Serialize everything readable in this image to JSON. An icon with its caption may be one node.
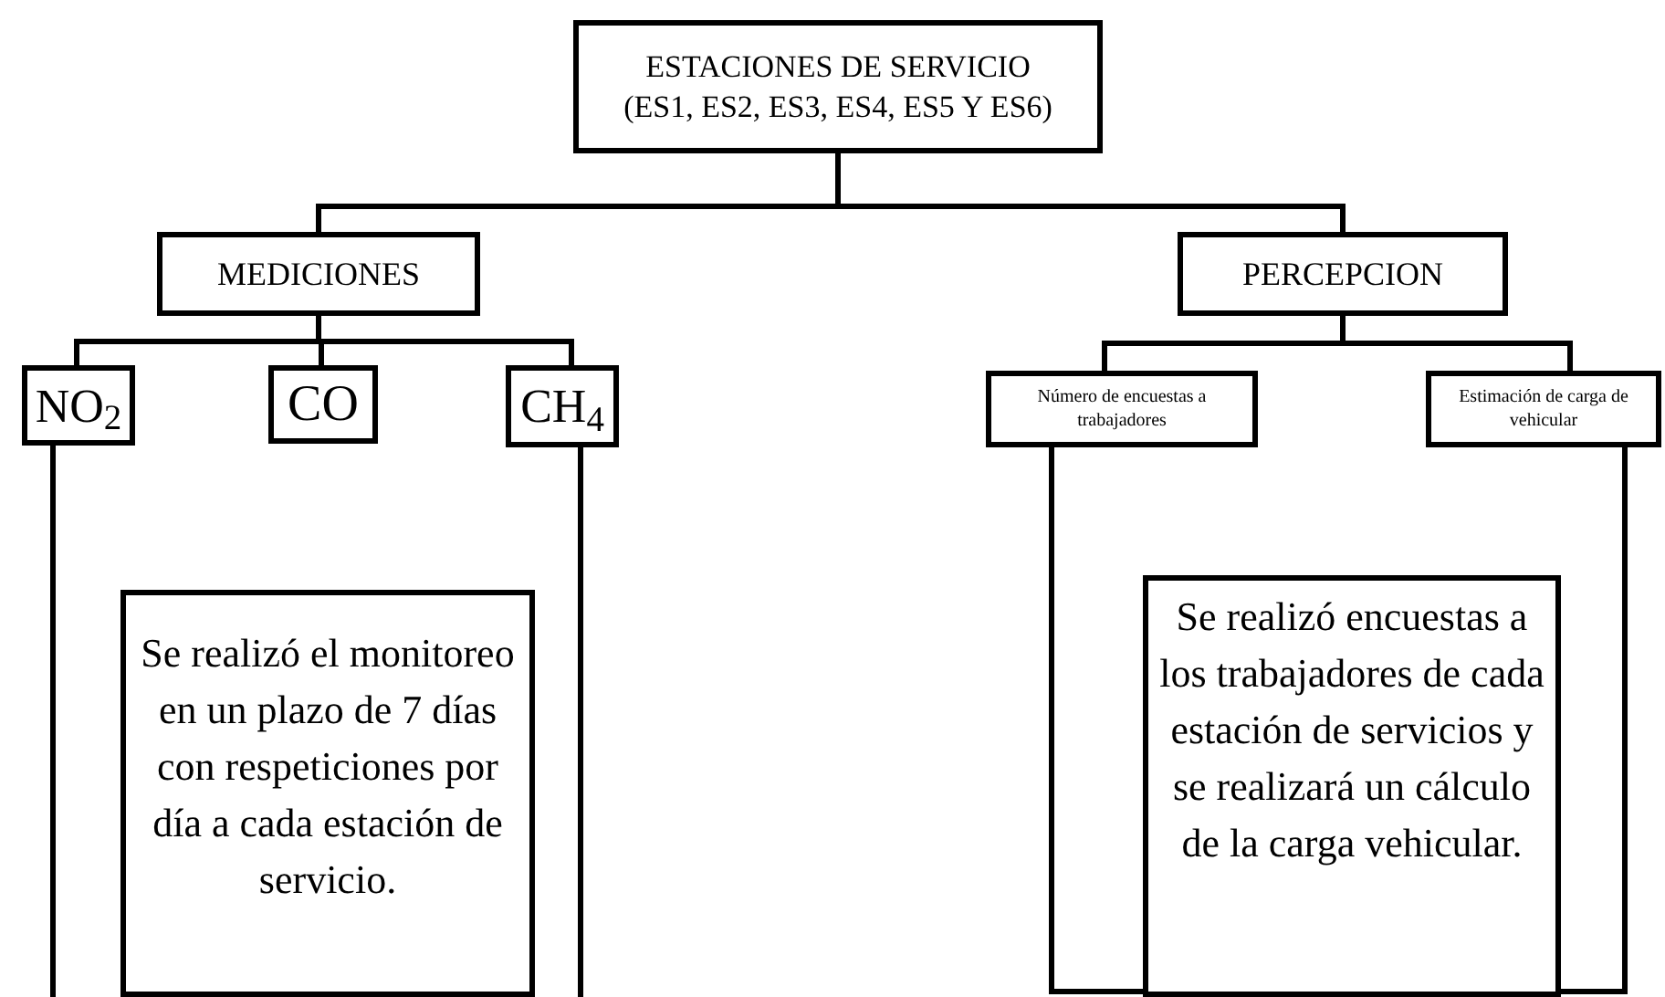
{
  "diagram": {
    "nodes": [
      {
        "text": [
          "ESTACIONES DE SERVICIO (ES1, ES2, ES3, ES4, ES5 Y ES6)"
        ]
      },
      {
        "text": [
          "MEDICIONES"
        ]
      },
      {
        "text": [
          "PERCEPCION"
        ]
      },
      {
        "text": [
          "NO$_{2}$"
        ]
      },
      {
        "text": [
          "CO"
        ]
      },
      {
        "text": [
          "CH$_{4}$"
        ]
      },
      {
        "text": [
          "Número de encuestas a trabajadores"
        ]
      },
      {
        "text": [
          "Estimación de carga de vehicular"
        ]
      },
      {
        "text": [
          "Se realizó el monitoreo en un plazo de 7 días con respeticiones por día a cada estación de servicio."
        ]
      },
      {
        "text": [
          "Se realizó encuestas a los trabajadores de cada estación de servicios y se realizará un cálculo de la carga vehicular."
        ]
      }
    ],
    "edges": [
      {
        "from": 0,
        "to": 1,
        "arrow": "none"
      },
      {
        "from": 0,
        "to": 2,
        "arrow": "none"
      },
      {
        "from": 1,
        "to": 3,
        "arrow": "none"
      },
      {
        "from": 1,
        "to": 4,
        "arrow": "none"
      },
      {
        "from": 1,
        "to": 5,
        "arrow": "none"
      },
      {
        "from": 2,
        "to": 6,
        "arrow": "none"
      },
      {
        "from": 2,
        "to": 7,
        "arrow": "none"
      },
      {
        "from": 3,
        "to": null,
        "arrow": "none"
      },
      {
        "from": 5,
        "to": null,
        "arrow": "none"
      },
      {
        "from": 6,
        "to": 7,
        "arrow": "none"
      }
    ]
  }
}
